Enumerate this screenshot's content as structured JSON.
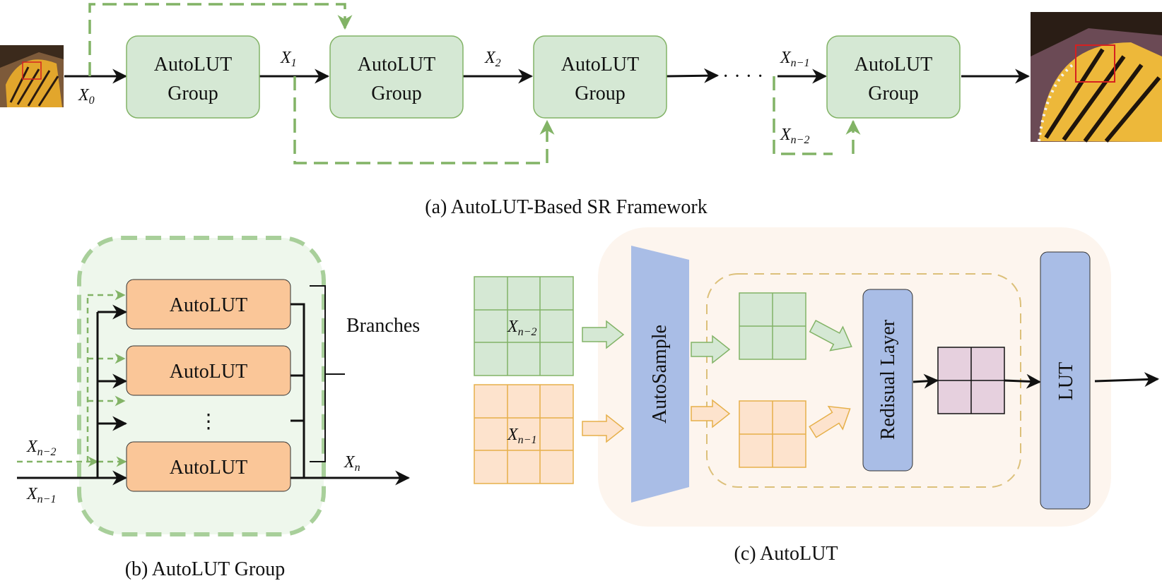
{
  "panel_a": {
    "caption": "(a)  AutoLUT-Based SR Framework",
    "group_line1": "AutoLUT",
    "group_line2": "Group",
    "x0": "X",
    "x0_sub": "0",
    "x1": "X",
    "x1_sub": "1",
    "x2": "X",
    "x2_sub": "2",
    "xn1": "X",
    "xn1_sub": "n−1",
    "xn2": "X",
    "xn2_sub": "n−2",
    "ellipsis": "· · · ·"
  },
  "panel_b": {
    "caption": "(b)  AutoLUT Group",
    "unit_label": "AutoLUT",
    "vdots": "⋮",
    "branches": "Branches",
    "xn2": "X",
    "xn2_sub": "n−2",
    "xn1": "X",
    "xn1_sub": "n−1",
    "xn": "X",
    "xn_sub": "n"
  },
  "panel_c": {
    "caption": "(c)  AutoLUT",
    "autosample": "AutoSample",
    "residual_layer": "Redisual Layer",
    "lut": "LUT",
    "grid_top_var": "X",
    "grid_top_sub": "n−2",
    "grid_bottom_var": "X",
    "grid_bottom_sub": "n−1"
  },
  "colors": {
    "green_box": "#d5e8d4",
    "green_stroke": "#82b366",
    "orange_box": "#fac698",
    "blue": "#a9bde6",
    "purple": "#e6d0de",
    "bg_green": "#eef7ec",
    "bg_orange": "#fdf5ee",
    "dash_orange": "#dcc07a"
  }
}
